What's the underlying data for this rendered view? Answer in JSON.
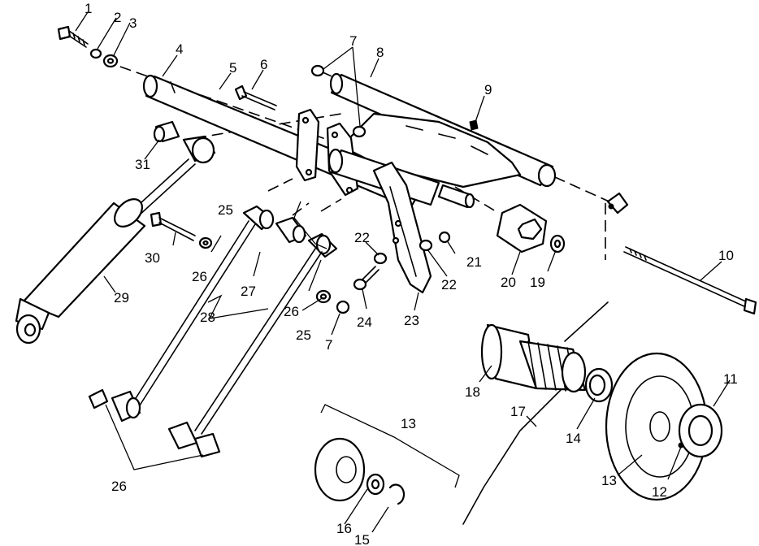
{
  "callouts": {
    "c1": "1",
    "c2": "2",
    "c3": "3",
    "c4": "4",
    "c5": "5",
    "c6": "6",
    "c7a": "7",
    "c7b": "7",
    "c8": "8",
    "c9": "9",
    "c10": "10",
    "c11": "11",
    "c12": "12",
    "c13a": "13",
    "c13b": "13",
    "c14": "14",
    "c15": "15",
    "c16": "16",
    "c17": "17",
    "c18": "18",
    "c19": "19",
    "c20": "20",
    "c21": "21",
    "c22a": "22",
    "c22b": "22",
    "c23": "23",
    "c24": "24",
    "c25a": "25",
    "c25b": "25",
    "c26a": "26",
    "c26b": "26",
    "c26c": "26",
    "c27": "27",
    "c28": "28",
    "c29": "29",
    "c30": "30",
    "c31": "31"
  }
}
